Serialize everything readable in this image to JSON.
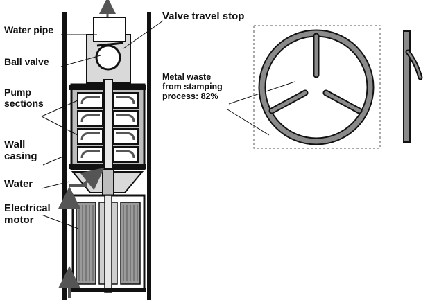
{
  "labels": {
    "water_pipe": "Water pipe",
    "ball_valve": "Ball valve",
    "pump_sections_line1": "Pump",
    "pump_sections_line2": "sections",
    "wall_casing_line1": "Wall",
    "wall_casing_line2": "casing",
    "water": "Water",
    "motor_line1": "Electrical",
    "motor_line2": "motor",
    "valve_travel_stop": "Valve travel stop",
    "metal_waste_line1": "Metal waste",
    "metal_waste_line2": "from stamping",
    "metal_waste_line3": "process: 82%"
  },
  "colors": {
    "line": "#111111",
    "gray_fill": "#8a8a8a",
    "light_fill": "#d9d9d9",
    "arrow": "#555555"
  }
}
